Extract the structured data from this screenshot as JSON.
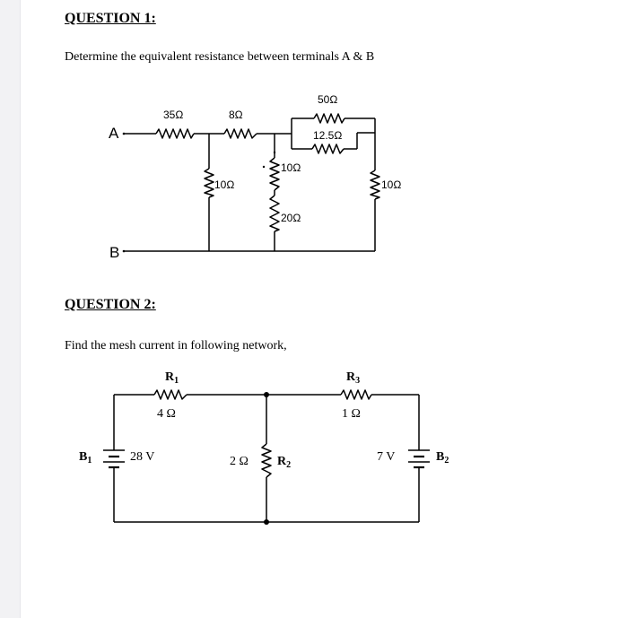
{
  "q1": {
    "title": "QUESTION 1:",
    "text": "Determine the equivalent resistance between terminals A & B",
    "terminal_a": "A",
    "terminal_b": "B",
    "r_35": "35Ω",
    "r_8": "8Ω",
    "r_50": "50Ω",
    "r_12_5": "12.5Ω",
    "r_10_left": "10Ω",
    "r_10_mid": "10Ω",
    "r_20": "20Ω",
    "r_10_right": "10Ω"
  },
  "q2": {
    "title": "QUESTION 2:",
    "text": "Find the mesh current in following network,",
    "r1_label": "R",
    "r1_sub": "1",
    "r1_value": "4 Ω",
    "r3_label": "R",
    "r3_sub": "3",
    "r3_value": "1 Ω",
    "r2_value": "2 Ω",
    "r2_label": "R",
    "r2_sub": "2",
    "b1_label": "B",
    "b1_sub": "1",
    "b1_value": "28 V",
    "b2_label": "B",
    "b2_sub": "2",
    "b2_value": "7 V"
  }
}
